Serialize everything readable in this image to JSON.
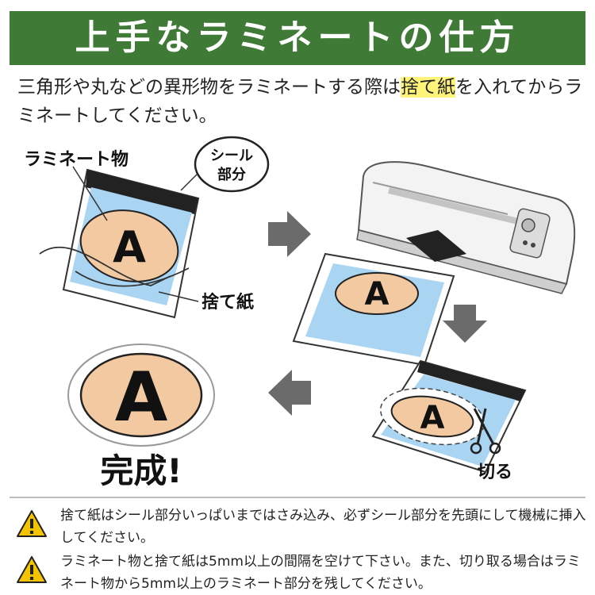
{
  "title": "上手なラミネートの仕方",
  "intro": {
    "before": "三角形や丸などの異形物をラミネートする際は",
    "highlight": "捨て紙",
    "after": "を入れてからラミネートしてください。"
  },
  "diagram": {
    "laminate_item_label": "ラミネート物",
    "seal_label_line1": "シール",
    "seal_label_line2": "部分",
    "scrap_paper_label": "捨て紙",
    "letter": "A",
    "cut_label": "切る",
    "done_label": "完成!"
  },
  "notes": [
    {
      "text": "捨て紙はシール部分いっぱいまではさみ込み、必ずシール部分を先頭にして機械に挿入してください。",
      "icon": "warning-icon"
    },
    {
      "text": "ラミネート物と捨て紙は5mm以上の間隔を空けて下さい。また、切り取る場合はラミネート物から5mm以上のラミネート部分を残してください。",
      "icon": "warning-icon"
    }
  ],
  "colors": {
    "banner": "#3f7a37",
    "highlight": "#fff47a",
    "sheet_blue": "#a9d4f2",
    "oval_beige": "#f2c9a1",
    "letter_red": "#d9272e",
    "arrow_gray": "#6b6b6b",
    "warning_yellow": "#f5c400"
  }
}
